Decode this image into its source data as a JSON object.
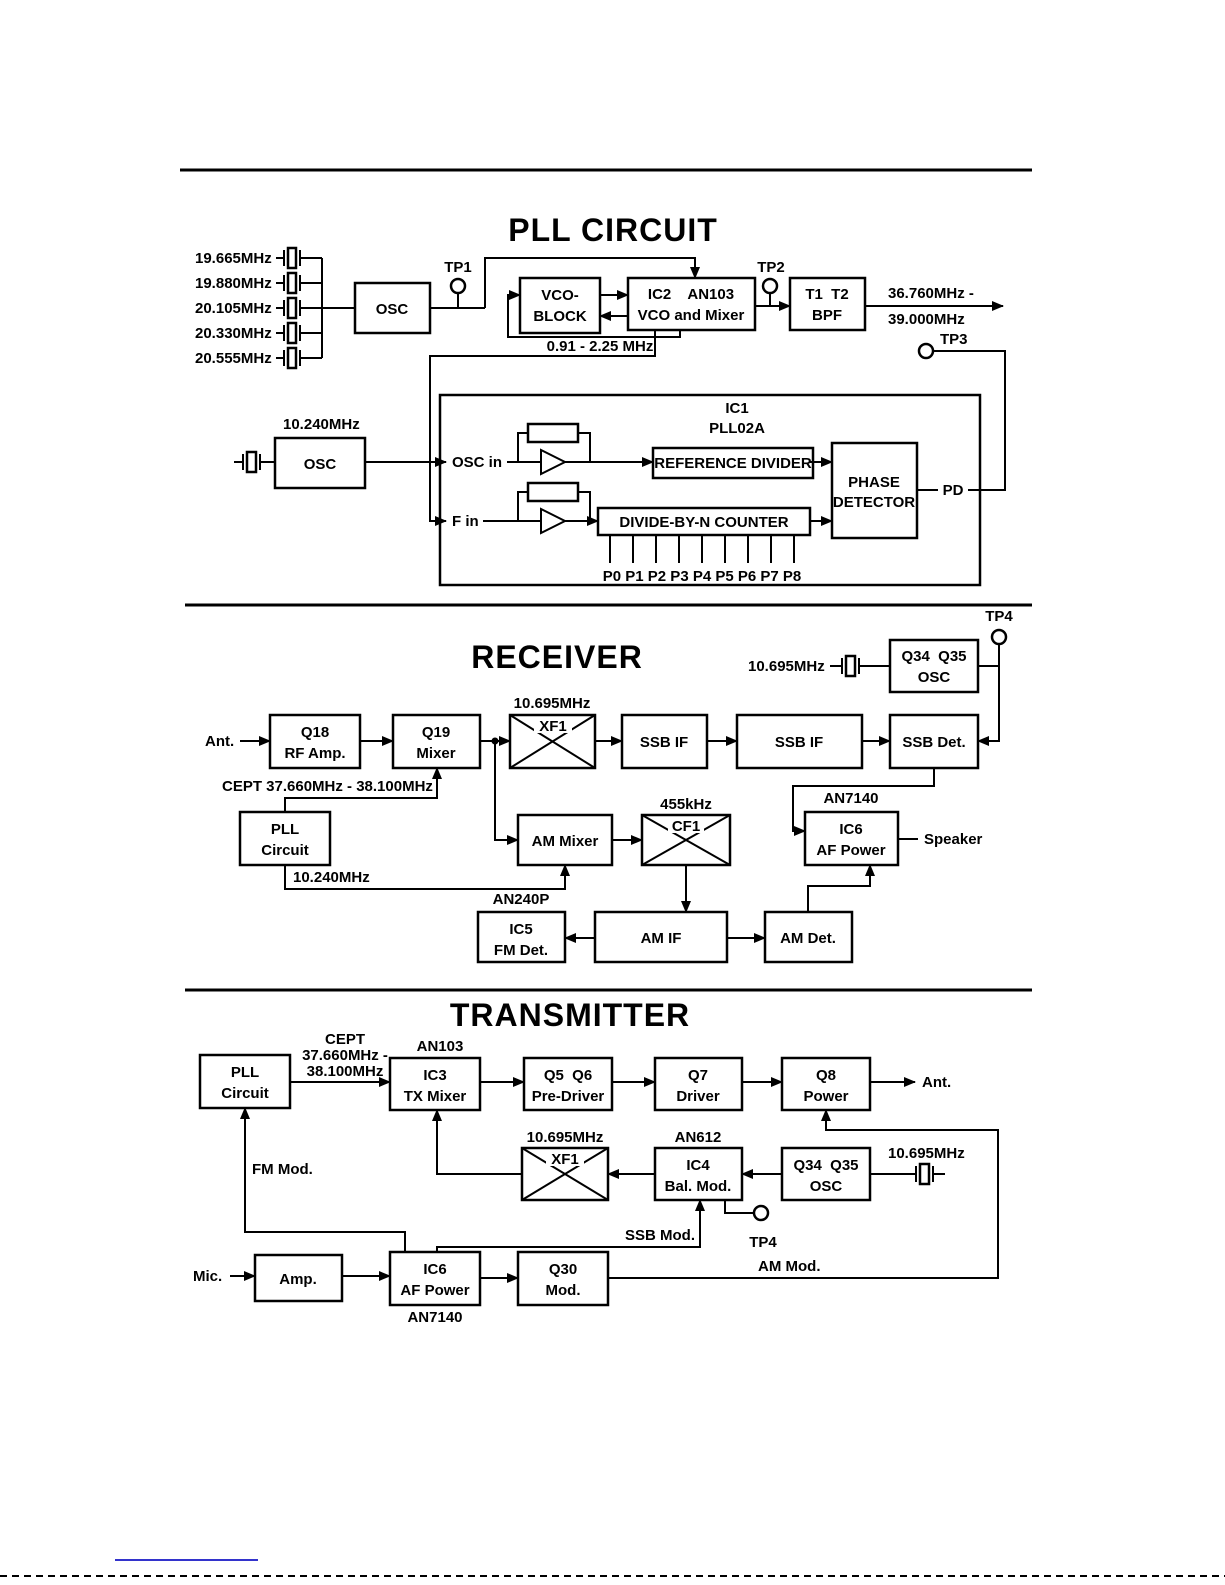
{
  "titles": {
    "pll": "PLL CIRCUIT",
    "receiver": "RECEIVER",
    "transmitter": "TRANSMITTER"
  },
  "pll": {
    "crystals": [
      "19.665MHz",
      "19.880MHz",
      "20.105MHz",
      "20.330MHz",
      "20.555MHz"
    ],
    "osc1": "OSC",
    "tp1": "TP1",
    "tp2": "TP2",
    "tp3": "TP3",
    "vco_block_l1": "VCO-",
    "vco_block_l2": "BLOCK",
    "ic2_l1": "IC2    AN103",
    "ic2_l2": "VCO and Mixer",
    "bpf_l1": "T1  T2",
    "bpf_l2": "BPF",
    "out_l1": "36.760MHz -",
    "out_l2": "39.000MHz",
    "vco_range": "0.91 - 2.25 MHz",
    "ref_xtal": "10.240MHz",
    "osc2": "OSC",
    "ic1_l1": "IC1",
    "ic1_l2": "PLL02A",
    "osc_in": "OSC in",
    "f_in": "F in",
    "ref_divider": "REFERENCE DIVIDER",
    "divide_n": "DIVIDE-BY-N COUNTER",
    "phase_l1": "PHASE",
    "phase_l2": "DETECTOR",
    "pd": "PD",
    "pins": "P0 P1 P2 P3 P4 P5 P6 P7 P8"
  },
  "receiver": {
    "tp4": "TP4",
    "xtal": "10.695MHz",
    "osc_l1": "Q34  Q35",
    "osc_l2": "OSC",
    "ant": "Ant.",
    "rf_l1": "Q18",
    "rf_l2": "RF Amp.",
    "mix_l1": "Q19",
    "mix_l2": "Mixer",
    "xf1_freq": "10.695MHz",
    "xf1": "XF1",
    "ssb_if1": "SSB IF",
    "ssb_if2": "SSB IF",
    "ssb_det": "SSB Det.",
    "cept": "CEPT 37.660MHz - 38.100MHz",
    "pll_l1": "PLL",
    "pll_l2": "Circuit",
    "lo2": "10.240MHz",
    "am_mixer": "AM Mixer",
    "cf1_freq": "455kHz",
    "cf1": "CF1",
    "an7140": "AN7140",
    "ic6_l1": "IC6",
    "ic6_l2": "AF Power",
    "speaker": "Speaker",
    "an240p": "AN240P",
    "ic5_l1": "IC5",
    "ic5_l2": "FM Det.",
    "am_if": "AM IF",
    "am_det": "AM Det."
  },
  "transmitter": {
    "pll_l1": "PLL",
    "pll_l2": "Circuit",
    "cept_l1": "CEPT",
    "cept_l2": "37.660MHz -",
    "cept_l3": "38.100MHz",
    "an103": "AN103",
    "ic3_l1": "IC3",
    "ic3_l2": "TX Mixer",
    "pre_l1": "Q5  Q6",
    "pre_l2": "Pre-Driver",
    "drv_l1": "Q7",
    "drv_l2": "Driver",
    "pwr_l1": "Q8",
    "pwr_l2": "Power",
    "ant": "Ant.",
    "xf1_freq": "10.695MHz",
    "xf1": "XF1",
    "an612": "AN612",
    "ic4_l1": "IC4",
    "ic4_l2": "Bal. Mod.",
    "osc_l1": "Q34  Q35",
    "osc_l2": "OSC",
    "xtal": "10.695MHz",
    "tp4": "TP4",
    "fm_mod": "FM Mod.",
    "ssb_mod": "SSB Mod.",
    "mic": "Mic.",
    "amp": "Amp.",
    "ic6_l1": "IC6",
    "ic6_l2": "AF Power",
    "an7140": "AN7140",
    "q30_l1": "Q30",
    "q30_l2": "Mod.",
    "am_mod": "AM Mod."
  }
}
